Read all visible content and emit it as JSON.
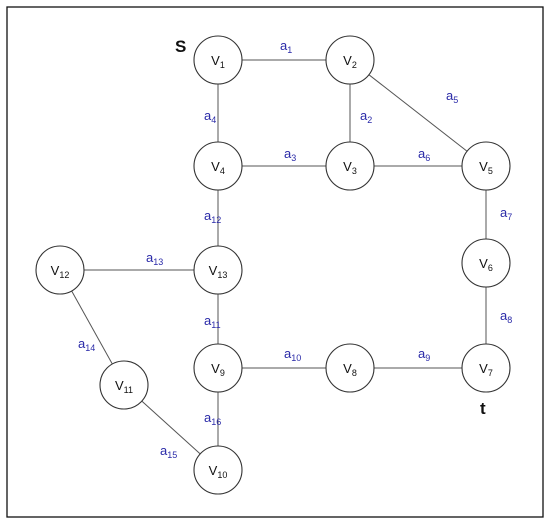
{
  "colors": {
    "node_stroke": "#333333",
    "edge_stroke": "#555555",
    "edge_label": "#2a2aa8",
    "text": "#111111"
  },
  "endpoints": {
    "source": "S",
    "target": "t"
  },
  "nodes": [
    {
      "id": "V1",
      "prefix": "V",
      "sub": "1"
    },
    {
      "id": "V2",
      "prefix": "V",
      "sub": "2"
    },
    {
      "id": "V3",
      "prefix": "V",
      "sub": "3"
    },
    {
      "id": "V4",
      "prefix": "V",
      "sub": "4"
    },
    {
      "id": "V5",
      "prefix": "V",
      "sub": "5"
    },
    {
      "id": "V6",
      "prefix": "V",
      "sub": "6"
    },
    {
      "id": "V7",
      "prefix": "V",
      "sub": "7"
    },
    {
      "id": "V8",
      "prefix": "V",
      "sub": "8"
    },
    {
      "id": "V9",
      "prefix": "V",
      "sub": "9"
    },
    {
      "id": "V10",
      "prefix": "V",
      "sub": "10"
    },
    {
      "id": "V11",
      "prefix": "V",
      "sub": "11"
    },
    {
      "id": "V12",
      "prefix": "V",
      "sub": "12"
    },
    {
      "id": "V13",
      "prefix": "V",
      "sub": "13"
    }
  ],
  "edges": [
    {
      "id": "a1",
      "from": "V1",
      "to": "V2",
      "prefix": "a",
      "sub": "1"
    },
    {
      "id": "a2",
      "from": "V2",
      "to": "V3",
      "prefix": "a",
      "sub": "2"
    },
    {
      "id": "a3",
      "from": "V4",
      "to": "V3",
      "prefix": "a",
      "sub": "3"
    },
    {
      "id": "a4",
      "from": "V1",
      "to": "V4",
      "prefix": "a",
      "sub": "4"
    },
    {
      "id": "a5",
      "from": "V2",
      "to": "V5",
      "prefix": "a",
      "sub": "5"
    },
    {
      "id": "a6",
      "from": "V3",
      "to": "V5",
      "prefix": "a",
      "sub": "6"
    },
    {
      "id": "a7",
      "from": "V5",
      "to": "V6",
      "prefix": "a",
      "sub": "7"
    },
    {
      "id": "a8",
      "from": "V6",
      "to": "V7",
      "prefix": "a",
      "sub": "8"
    },
    {
      "id": "a9",
      "from": "V8",
      "to": "V7",
      "prefix": "a",
      "sub": "9"
    },
    {
      "id": "a10",
      "from": "V9",
      "to": "V8",
      "prefix": "a",
      "sub": "10"
    },
    {
      "id": "a11",
      "from": "V13",
      "to": "V9",
      "prefix": "a",
      "sub": "11"
    },
    {
      "id": "a12",
      "from": "V4",
      "to": "V13",
      "prefix": "a",
      "sub": "12"
    },
    {
      "id": "a13",
      "from": "V12",
      "to": "V13",
      "prefix": "a",
      "sub": "13"
    },
    {
      "id": "a14",
      "from": "V12",
      "to": "V11",
      "prefix": "a",
      "sub": "14"
    },
    {
      "id": "a15",
      "from": "V11",
      "to": "V10",
      "prefix": "a",
      "sub": "15"
    },
    {
      "id": "a16",
      "from": "V9",
      "to": "V10",
      "prefix": "a",
      "sub": "16"
    }
  ]
}
